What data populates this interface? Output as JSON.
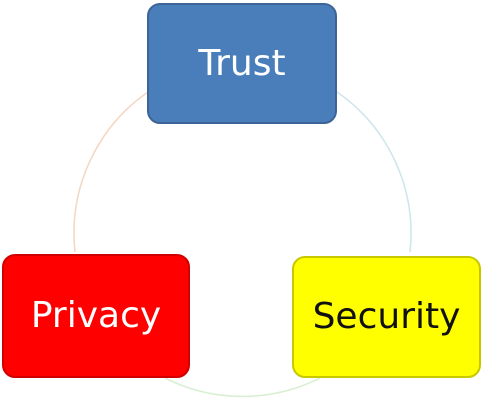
{
  "nodes": {
    "trust": {
      "label": "Trust",
      "color": "#4a7ebb"
    },
    "privacy": {
      "label": "Privacy",
      "color": "#ff0000"
    },
    "security": {
      "label": "Security",
      "color": "#ffff00"
    }
  },
  "cycle": {
    "arc_colors": {
      "privacy_to_trust": "#f4d8c4",
      "trust_to_security": "#cfe6ec",
      "security_to_privacy": "#d9efd3"
    }
  }
}
